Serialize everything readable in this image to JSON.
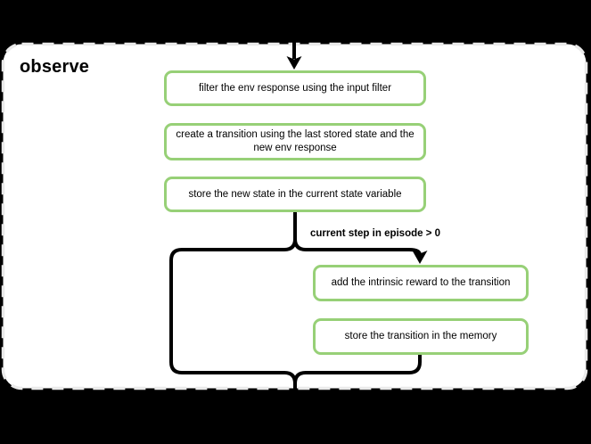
{
  "panel": {
    "title": "observe"
  },
  "flow": {
    "condition_label": "current step in episode > 0"
  },
  "nodes": [
    {
      "label": "filter the env response using the input filter"
    },
    {
      "label": "create a transition using the last stored state and the\nnew env response"
    },
    {
      "label": "store the new state in the current state variable"
    },
    {
      "label": "add the intrinsic reward to the transition"
    },
    {
      "label": "store the transition in the memory"
    }
  ],
  "colors": {
    "node_border": "#97d077",
    "flow_line": "#000000",
    "panel_border": "#eaeaea",
    "panel_bg": "#ffffff",
    "canvas_bg": "#000000",
    "text": "#000000"
  }
}
